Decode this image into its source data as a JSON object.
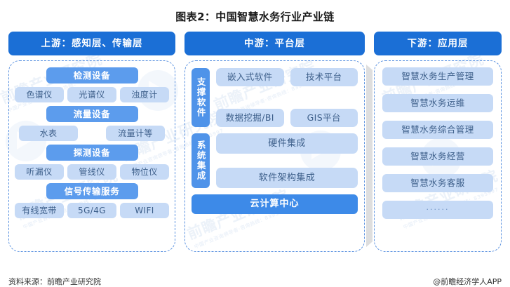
{
  "title": "图表2：中国智慧水务行业产业链",
  "colors": {
    "header_blue": "#1b6fd6",
    "mid_blue": "#5c9ced",
    "strong_blue": "#3d8ae8",
    "light_blue": "#c6daf6",
    "dashed_border": "#5b92e0",
    "light_text": "#3d5f8a",
    "divider_gray": "#dedede"
  },
  "columns": {
    "upstream": {
      "header": "上游：感知层、传输层",
      "groups": [
        {
          "head": "检测设备",
          "items": [
            "色谱仪",
            "光谱仪",
            "浊度计"
          ]
        },
        {
          "head": "流量设备",
          "items": [
            "水表",
            "流量计等"
          ]
        },
        {
          "head": "探测设备",
          "items": [
            "听漏仪",
            "管线仪",
            "物位仪"
          ]
        },
        {
          "head": "信号传输服务",
          "items": [
            "有线宽带",
            "5G/4G",
            "WIFI"
          ]
        }
      ]
    },
    "midstream": {
      "header": "中游：平台层",
      "blocks": [
        {
          "label": "支撑软件",
          "rows": [
            [
              "嵌入式软件",
              "技术平台"
            ],
            [
              "数据挖掘/BI",
              "GIS平台"
            ]
          ]
        },
        {
          "label": "系统集成",
          "wide_items": [
            "硬件集成",
            "软件架构集成"
          ]
        }
      ],
      "cloud_bar": "云计算中心"
    },
    "downstream": {
      "header": "下游：应用层",
      "items": [
        "智慧水务生产管理",
        "智慧水务运维",
        "智慧水务综合管理",
        "智慧水务经营",
        "智慧水务客服",
        "······"
      ]
    }
  },
  "footer": {
    "source": "资料来源：前瞻产业研究院",
    "attribution": "@前瞻经济学人APP"
  },
  "watermark": {
    "big": "前瞻产业研究院",
    "small": "中国产业咨询领导者·咨询热线：8395997"
  }
}
